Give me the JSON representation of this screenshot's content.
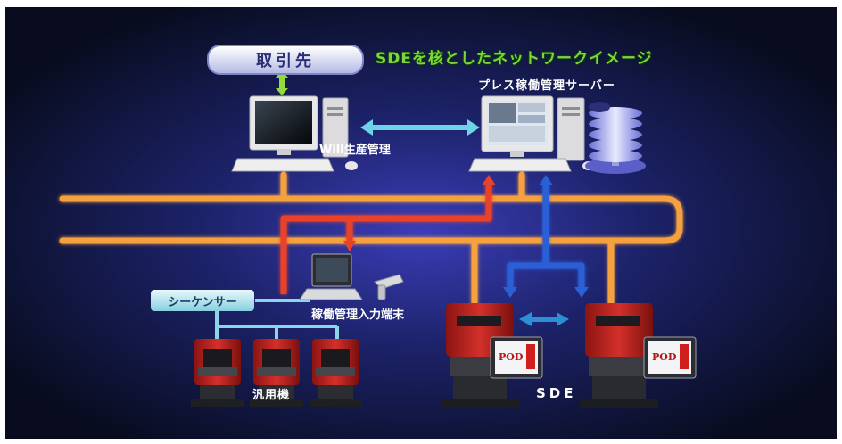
{
  "client_label": "取引先",
  "title": "SDEを核としたネットワークイメージ",
  "server_label": "プレス稼働管理サーバー",
  "will_label": "Will生産管理",
  "sequencer_label": "シーケンサー",
  "terminal_label": "稼働管理入力端末",
  "general_machines_label": "汎用機",
  "sde_label": "SDE",
  "screen_logo_text": "POD",
  "colors": {
    "background": "#0d1630",
    "glow": "#3a3fb0",
    "orange_network": "#f5a140",
    "red_link": "#e8432a",
    "blue_link": "#2b5fd6",
    "cyan_link": "#6cd3e8",
    "green_link": "#8fdc3a",
    "machine_red": "#c9211e"
  }
}
